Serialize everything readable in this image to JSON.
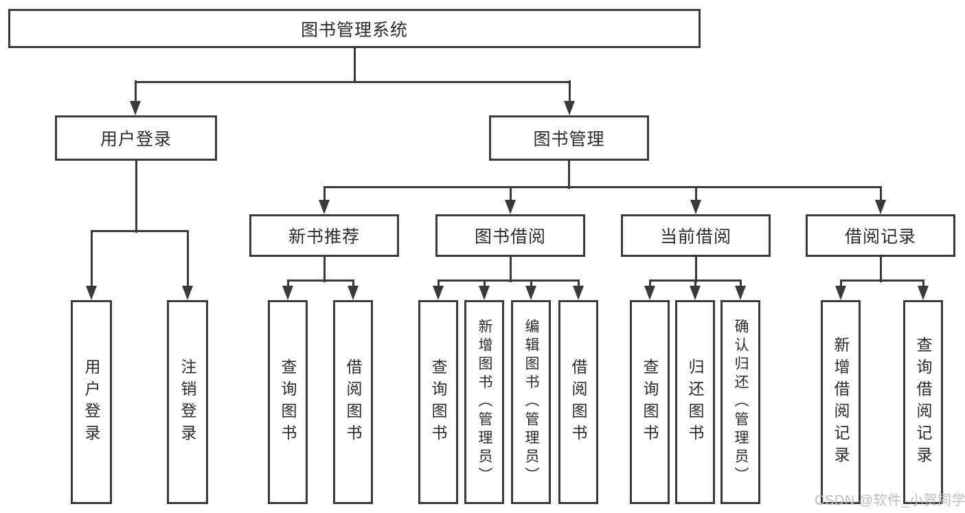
{
  "diagram": {
    "root": "图书管理系统",
    "level2": [
      "用户登录",
      "图书管理"
    ],
    "level3": [
      "新书推荐",
      "图书借阅",
      "当前借阅",
      "借阅记录"
    ],
    "leaves": {
      "user_login": [
        "用户登录",
        "注销登录"
      ],
      "new_book_recommendation": [
        "查询图书",
        "借阅图书"
      ],
      "book_borrowing": [
        "查询图书",
        "新增图书（管理员）",
        "编辑图书（管理员）",
        "借阅图书"
      ],
      "current_borrowing": [
        "查询图书",
        "归还图书",
        "确认归还（管理员）"
      ],
      "borrowing_records": [
        "新增借阅记录",
        "查询借阅记录"
      ]
    }
  },
  "watermark": {
    "text": "CSDN @软件_小贺同学",
    "color": "#bdbdbd"
  },
  "colors": {
    "line": "#3a3a3a",
    "text": "#2b2b2b",
    "background": "#ffffff"
  }
}
